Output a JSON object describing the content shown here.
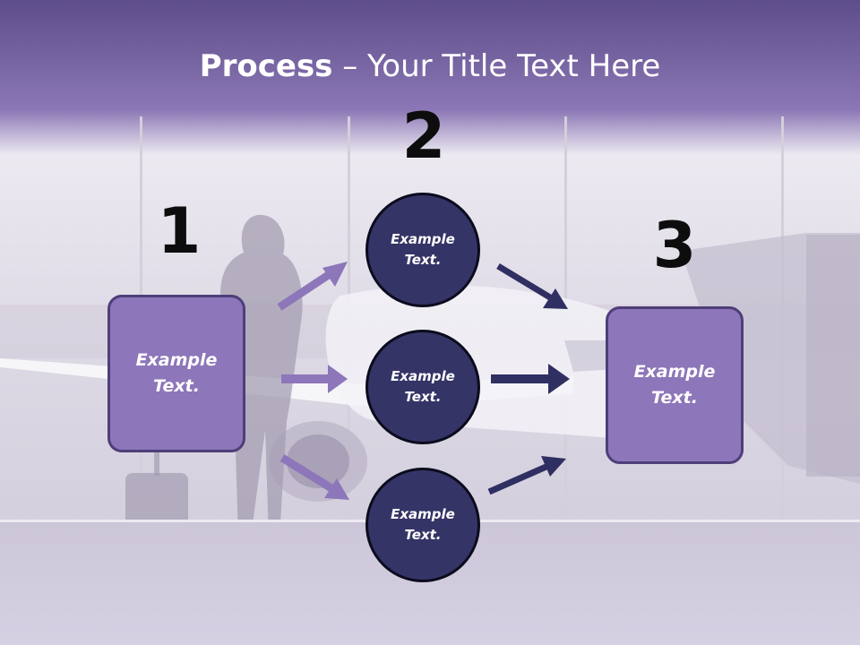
{
  "title": {
    "strong": "Process",
    "light": " – Your Title Text Here"
  },
  "steps": [
    {
      "number": "1",
      "box_text": "Example Text."
    },
    {
      "number": "2",
      "circles": [
        "Example Text.",
        "Example Text.",
        "Example Text."
      ]
    },
    {
      "number": "3",
      "box_text": "Example Text."
    }
  ],
  "colors": {
    "header_band": "#7a66a8",
    "box_fill": "#8d76b9",
    "box_border": "#4e3e79",
    "circle_fill": "#353466",
    "arrow_light": "#8d76b9",
    "arrow_dark": "#2f2f62"
  }
}
